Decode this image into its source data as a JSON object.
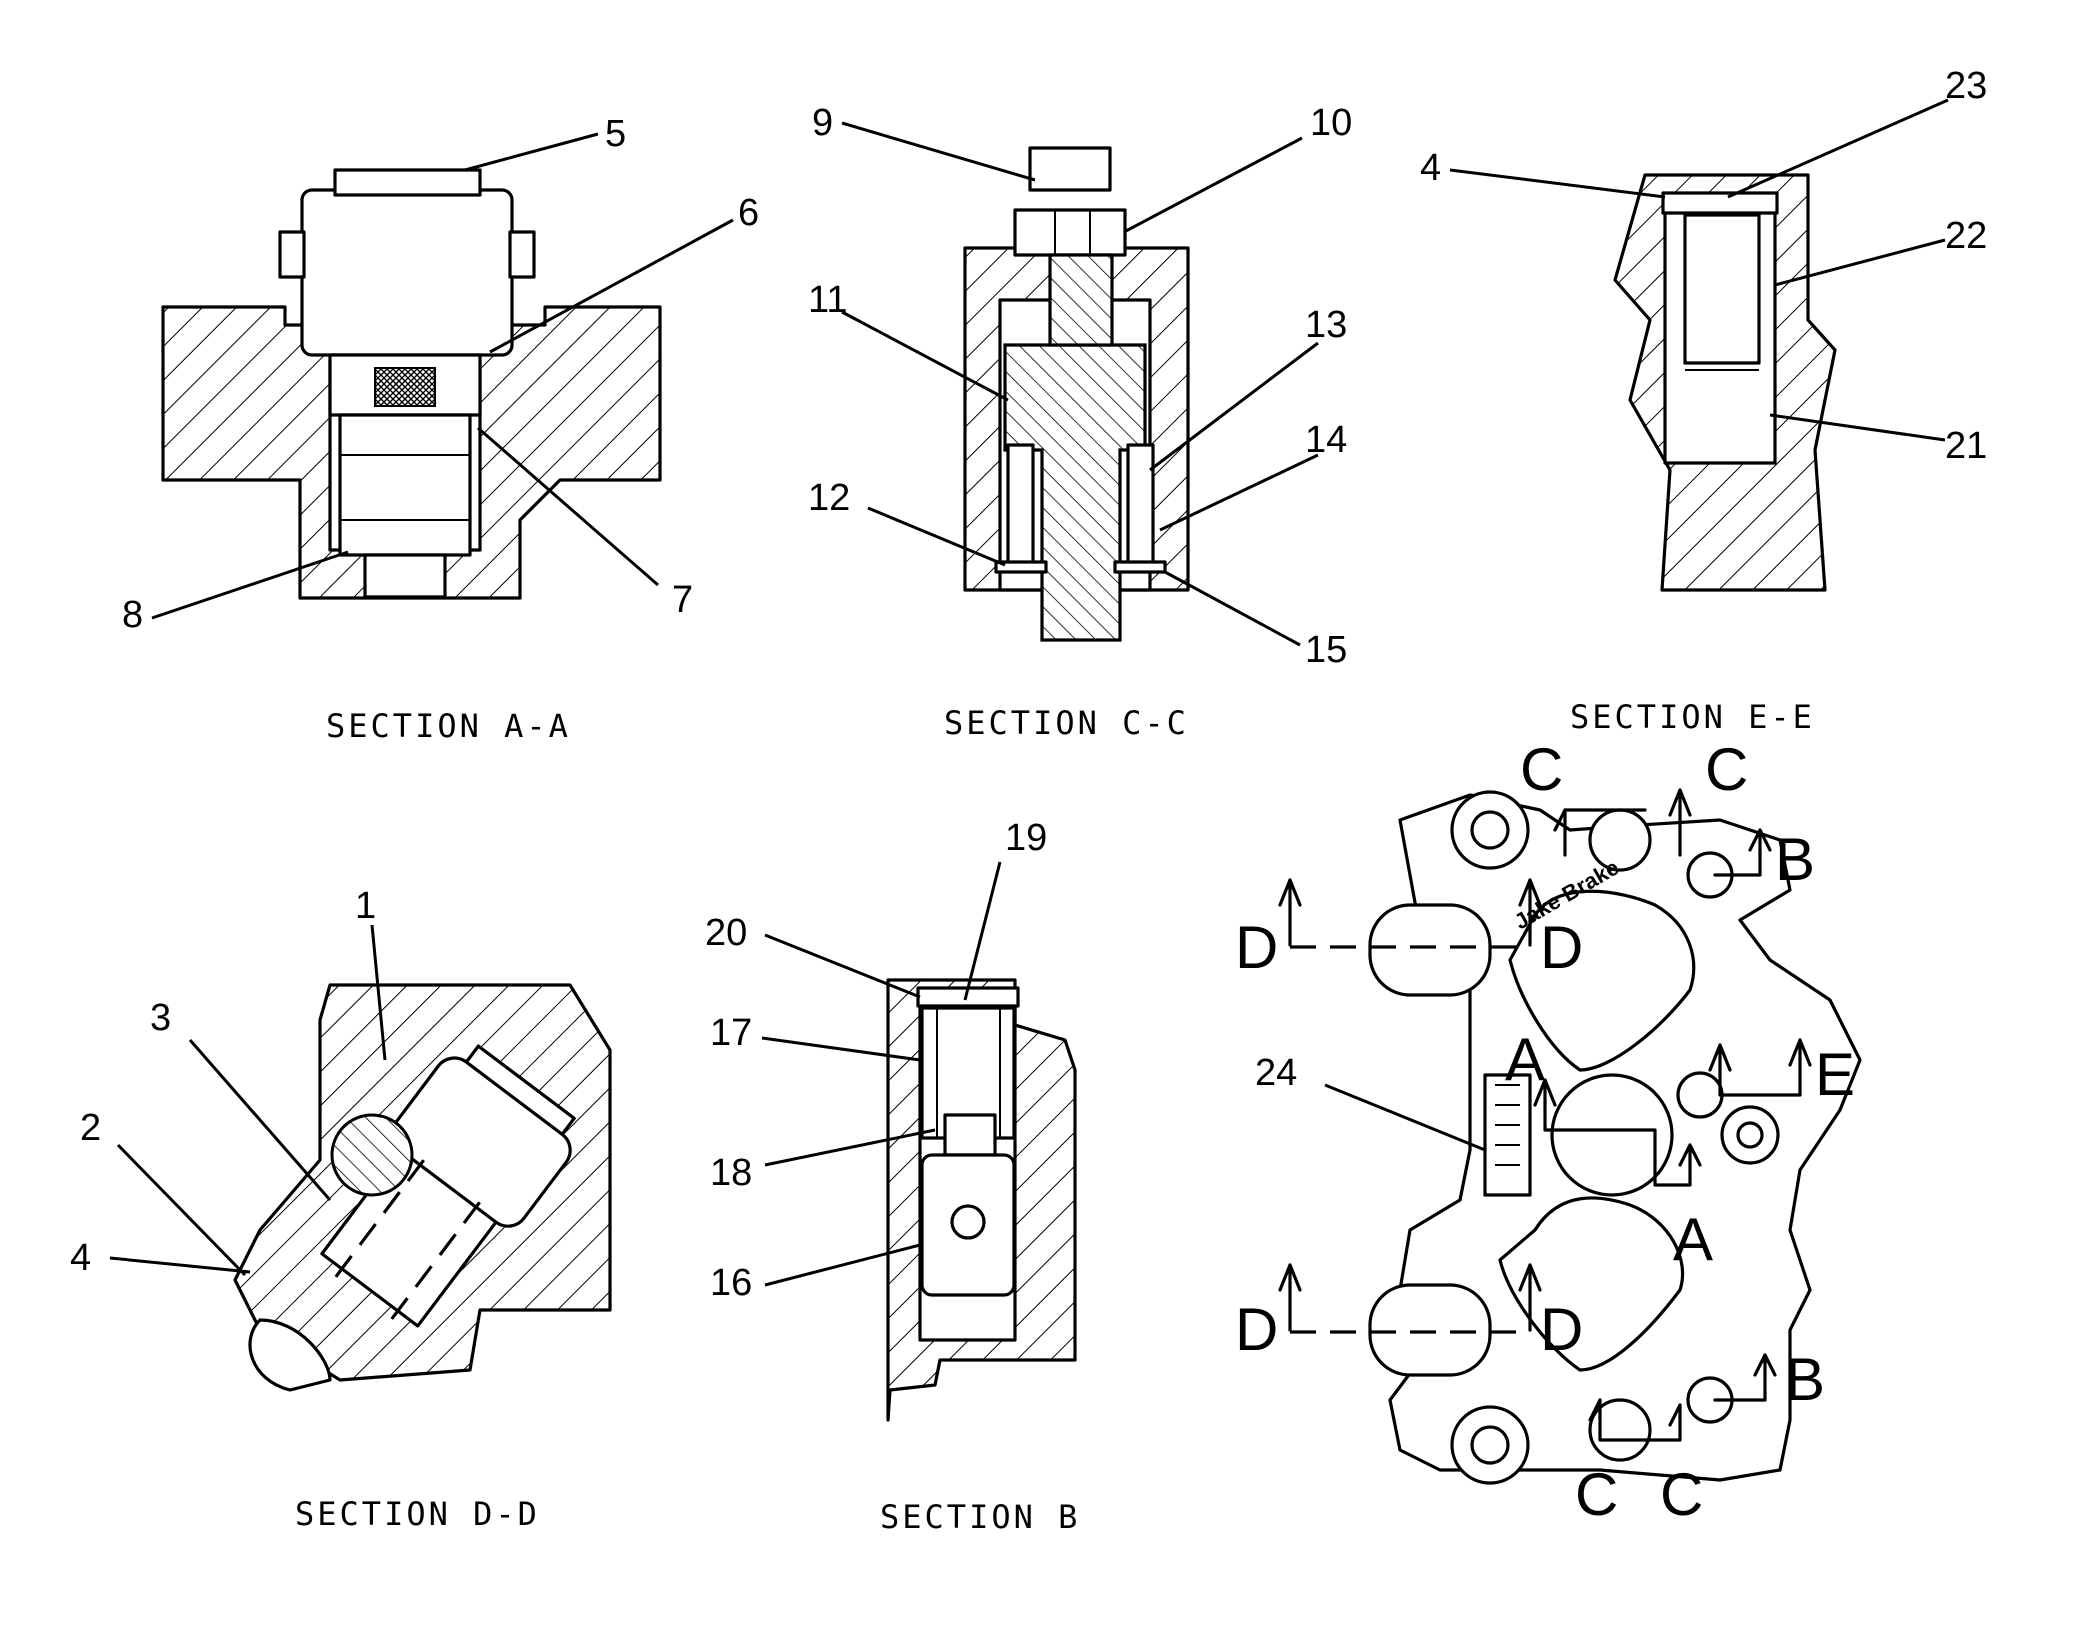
{
  "sections": {
    "aa": {
      "title": "SECTION A-A",
      "callouts": [
        "5",
        "6",
        "7",
        "8"
      ]
    },
    "cc": {
      "title": "SECTION C-C",
      "callouts": [
        "9",
        "10",
        "11",
        "12",
        "13",
        "14",
        "15"
      ]
    },
    "ee": {
      "title": "SECTION E-E",
      "callouts": [
        "4",
        "23",
        "22",
        "21"
      ]
    },
    "dd": {
      "title": "SECTION D-D",
      "callouts": [
        "1",
        "2",
        "3",
        "4"
      ]
    },
    "b": {
      "title": "SECTION B",
      "callouts": [
        "19",
        "20",
        "17",
        "18",
        "16"
      ]
    }
  },
  "top_view": {
    "callouts": [
      "24"
    ],
    "section_marks": {
      "c": "C",
      "b": "B",
      "d": "D",
      "a": "A",
      "e": "E"
    },
    "brand_text": "Jake Brake"
  }
}
